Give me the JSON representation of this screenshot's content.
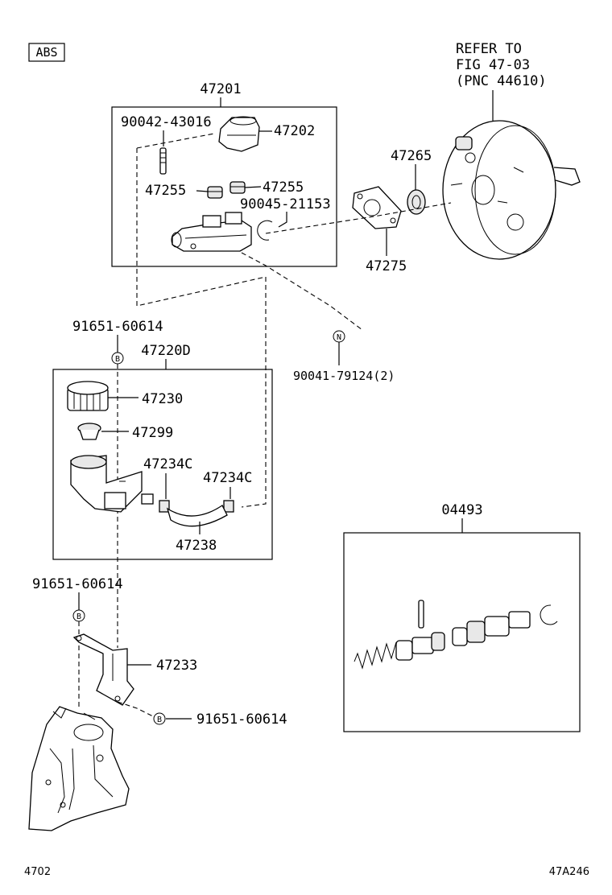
{
  "badge": "ABS",
  "labels": {
    "assy_47201": "47201",
    "refer_line1": "REFER TO",
    "refer_line2": "FIG 47-03",
    "refer_line3": "(PNC 44610)",
    "p90042_43016": "90042-43016",
    "p47202": "47202",
    "p47265": "47265",
    "p47255_left": "47255",
    "p47255_right": "47255",
    "p90045_21153": "90045-21153",
    "p47275": "47275",
    "p91651_top": "91651-60614",
    "assy_47220D": "47220D",
    "p90041_79124": "90041-79124(2)",
    "p47230": "47230",
    "p47299": "47299",
    "p47234C_left": "47234C",
    "p47234C_right": "47234C",
    "p47238": "47238",
    "kit_04493": "04493",
    "p91651_mid": "91651-60614",
    "p47233": "47233",
    "p91651_bottom": "91651-60614",
    "marker_B": "B",
    "marker_N": "N"
  },
  "footer": {
    "left": "4702",
    "right": "47A246"
  }
}
